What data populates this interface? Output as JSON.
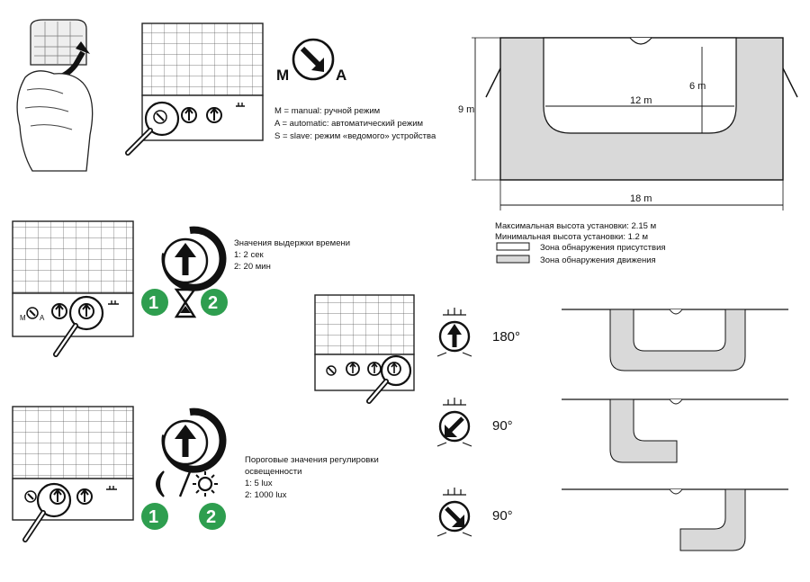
{
  "mode_selector": {
    "m": "M",
    "a": "A",
    "legend": [
      "M = manual: ручной режим",
      "A = automatic: автоматический режим",
      "S = slave: режим «ведомого» устройства"
    ]
  },
  "device_labels": {
    "m": "M",
    "a": "A"
  },
  "time_setting": {
    "title": "Значения выдержки времени",
    "line1": "1: 2 сек",
    "line2": "2: 20 мин",
    "pos1": "1",
    "pos2": "2"
  },
  "light_setting": {
    "title1": "Пороговые значения регулировки",
    "title2": "освещенности",
    "line1": "1: 5 lux",
    "line2": "2: 1000 lux",
    "pos1": "1",
    "pos2": "2"
  },
  "coverage": {
    "height_label": "9 m",
    "depth_label": "6 m",
    "inner_width_label": "12 m",
    "outer_width_label": "18 m",
    "max_height": "Максимальная высота установки: 2.15 м",
    "min_height": "Минимальная высота установки: 1.2 м",
    "presence_zone": "Зона обнаружения присутствия",
    "motion_zone": "Зона обнаружения  движения"
  },
  "angles": {
    "a180": "180°",
    "a90_left": "90°",
    "a90_right": "90°"
  },
  "colors": {
    "accent_green": "#2e9e4f",
    "zone_gray": "#d9d9d9",
    "line": "#1a1a1a"
  }
}
